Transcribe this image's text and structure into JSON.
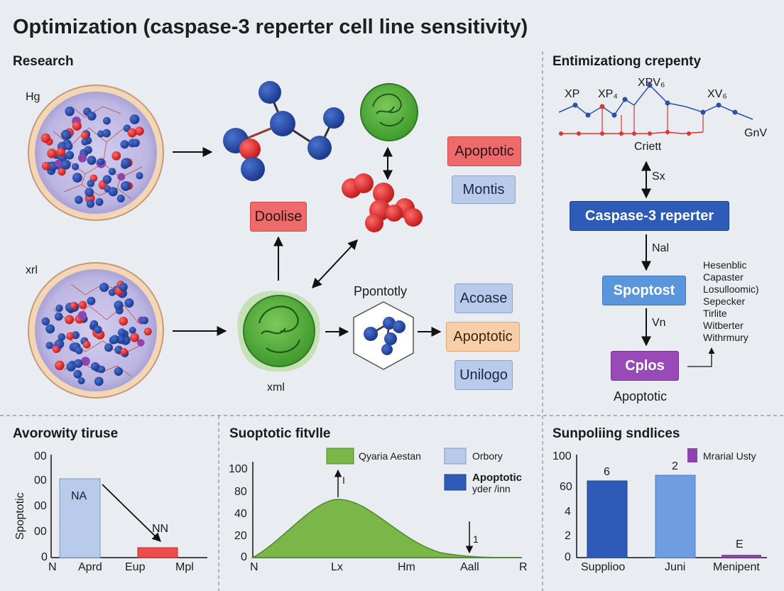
{
  "title": "Optimization (caspase-3 reperter cell line sensitivity)",
  "left": {
    "heading": "Research",
    "label_top": "Hg",
    "label_bottom": "xrl",
    "label_cell": "xml",
    "label_hex": "Ppontotly",
    "boxes": {
      "apoptotic1": "Apoptotic",
      "montis": "Montis",
      "doolise": "Doolise",
      "acoase": "Acoase",
      "apoptotic2": "Apoptotic",
      "unilogo": "Unilogo"
    }
  },
  "right": {
    "heading": "Entimizationg crepenty",
    "peak_labels": [
      "XP",
      "XP₄",
      "XPV₆",
      "XV₆"
    ],
    "label_gnv": "GnV",
    "label_criett": "Criett",
    "label_sx": "Sx",
    "reporter_box": "Caspase-3 reperter",
    "label_nal": "Nal",
    "spoptost_box": "Spoptost",
    "label_vn": "Vn",
    "cplos_box": "Cplos",
    "label_apoptotic": "Apoptotic",
    "side_list": [
      "Hesenblic",
      "Capaster",
      "Losulloomic)",
      "Sepecker",
      "Tirlite",
      "Witberter",
      "Withrmury"
    ]
  },
  "bottom_left": {
    "heading": "Avorowity tiruse",
    "ylabel": "Spoptotic",
    "yticks": [
      "00",
      "00",
      "00",
      "00",
      "0"
    ],
    "xticks": [
      "N",
      "Aprd",
      "Eup",
      "Mpl"
    ],
    "bar_labels": [
      "NA",
      "NN"
    ]
  },
  "bottom_mid": {
    "heading": "Suoptotic fitvlle",
    "yticks": [
      "100",
      "80",
      "40",
      "20",
      "0"
    ],
    "xticks": [
      "N",
      "Lx",
      "Hm",
      "Aall",
      "R"
    ],
    "legend": [
      "Qyaria Aestan",
      "Orbory",
      "Apoptotic",
      "yder /inn"
    ],
    "marker_labels": [
      "I",
      "1"
    ]
  },
  "bottom_right": {
    "heading": "Sunpoliing sndlices",
    "yticks": [
      "100",
      "60",
      "4",
      "2",
      "0"
    ],
    "xticks": [
      "Supplioo",
      "Juni",
      "Menipent"
    ],
    "bar_values": [
      "6",
      "2",
      "E"
    ],
    "legend": "Mrarial Usty"
  },
  "colors": {
    "red": "#e14b4b",
    "blue": "#2d4fa8",
    "green": "#6ab04c",
    "purple": "#8e44ad"
  }
}
